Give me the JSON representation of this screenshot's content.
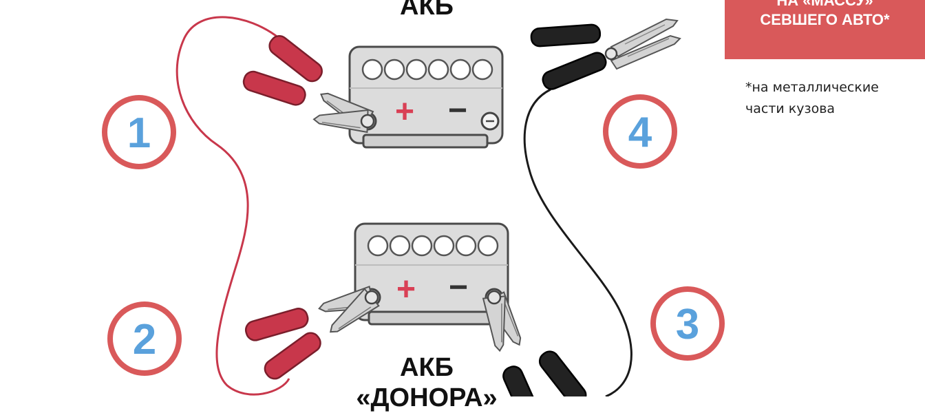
{
  "labels": {
    "battery_top": "АКБ",
    "battery_bottom_line1": "АКБ",
    "battery_bottom_line2": "«ДОНОРА»"
  },
  "callout": {
    "line1": "НА «МАССУ»",
    "line2": "СЕВШЕГО АВТО*"
  },
  "footnote": {
    "line1": "*на металлические",
    "line2": "части кузова"
  },
  "steps": [
    {
      "number": "1"
    },
    {
      "number": "2"
    },
    {
      "number": "3"
    },
    {
      "number": "4"
    }
  ],
  "battery": {
    "plus_symbol": "+",
    "minus_symbol": "−"
  },
  "colors": {
    "step_ring": "#d9595a",
    "step_number": "#5aa1dc",
    "red_cable": "#c8374b",
    "black_cable": "#1a1a1a",
    "battery_body": "#dcdcdc",
    "callout_bg": "#d9595a",
    "plus_color": "#d94055",
    "minus_color": "#333333"
  },
  "icons": [
    "battery-icon",
    "red-clamp-icon",
    "black-clamp-icon",
    "cable-icon"
  ]
}
